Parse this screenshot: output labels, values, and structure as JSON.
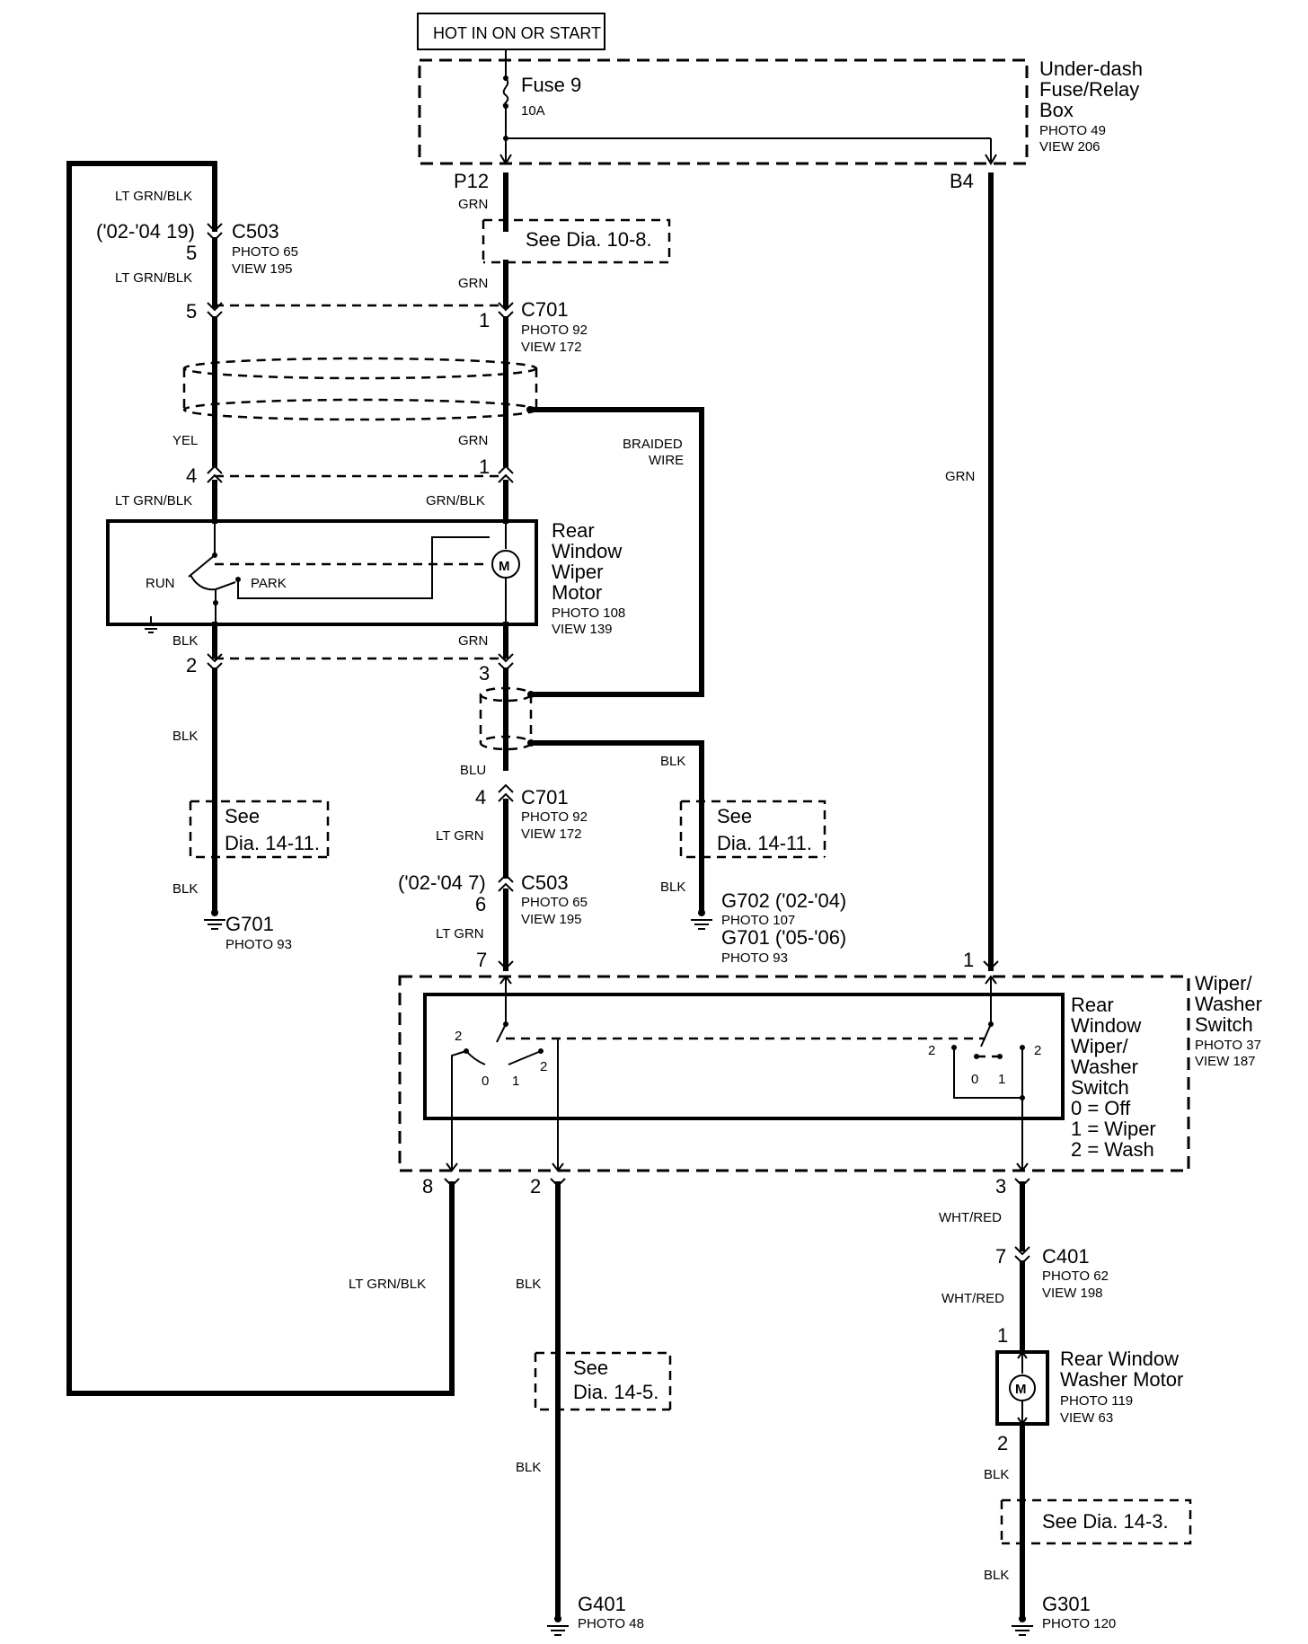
{
  "source": {
    "label": "HOT IN ON OR START"
  },
  "fuse_box": {
    "name_lines": [
      "Under-dash",
      "Fuse/Relay",
      "Box"
    ],
    "photo": "PHOTO 49",
    "view": "VIEW 206",
    "fuse_label": "Fuse 9",
    "fuse_rating": "10A",
    "pin_p12": "P12",
    "pin_b4": "B4"
  },
  "wires": {
    "ltgrnblk": "LT GRN/BLK",
    "grn": "GRN",
    "yel": "YEL",
    "grnblk": "GRN/BLK",
    "blk": "BLK",
    "blu": "BLU",
    "ltgrn": "LT GRN",
    "whtred": "WHT/RED"
  },
  "braided": [
    "BRAIDED",
    "WIRE"
  ],
  "see_refs": {
    "d10_8": "See Dia. 10-8.",
    "d14_11_line1": "See",
    "d14_11_line2": "Dia.  14-11.",
    "d14_5_line1": "See",
    "d14_5_line2": "Dia.  14-5.",
    "d14_3": "See Dia. 14-3."
  },
  "connectors": {
    "c503_name": "C503",
    "c503_photo": "PHOTO 65",
    "c503_view": "VIEW 195",
    "c503_top_year": "('02-'04 19)",
    "c503_bot_year": "('02-'04 7)",
    "c701_name": "C701",
    "c701_photo": "PHOTO 92",
    "c701_view": "VIEW 172",
    "c401_name": "C401",
    "c401_photo": "PHOTO 62",
    "c401_view": "VIEW 198"
  },
  "pins": {
    "p1": "1",
    "p2": "2",
    "p3": "3",
    "p4": "4",
    "p5": "5",
    "p6": "6",
    "p7": "7",
    "p8": "8",
    "p0": "0"
  },
  "wiper_motor": {
    "name_lines": [
      "Rear",
      "Window",
      "Wiper",
      "Motor"
    ],
    "photo": "PHOTO 108",
    "view": "VIEW 139",
    "run": "RUN",
    "park": "PARK",
    "motor_symbol": "M"
  },
  "grounds": {
    "g701": "G701",
    "g701_photo": "PHOTO 93",
    "g702": "G702 ('02-'04)",
    "g702_photo": "PHOTO 107",
    "g701b": "G701 ('05-'06)",
    "g701b_photo": "PHOTO 93",
    "g401": "G401",
    "g401_photo": "PHOTO 48",
    "g301": "G301",
    "g301_photo": "PHOTO 120"
  },
  "switch": {
    "outer_name_lines": [
      "Wiper/",
      "Washer",
      "Switch"
    ],
    "outer_photo": "PHOTO 37",
    "outer_view": "VIEW 187",
    "name_lines": [
      "Rear",
      "Window",
      "Wiper/",
      "Washer",
      "Switch"
    ],
    "legend": [
      "0 = Off",
      "1 = Wiper",
      "2 = Wash"
    ]
  },
  "washer_motor": {
    "name_lines": [
      "Rear Window",
      "Washer Motor"
    ],
    "photo": "PHOTO 119",
    "view": "VIEW 63",
    "motor_symbol": "M"
  }
}
